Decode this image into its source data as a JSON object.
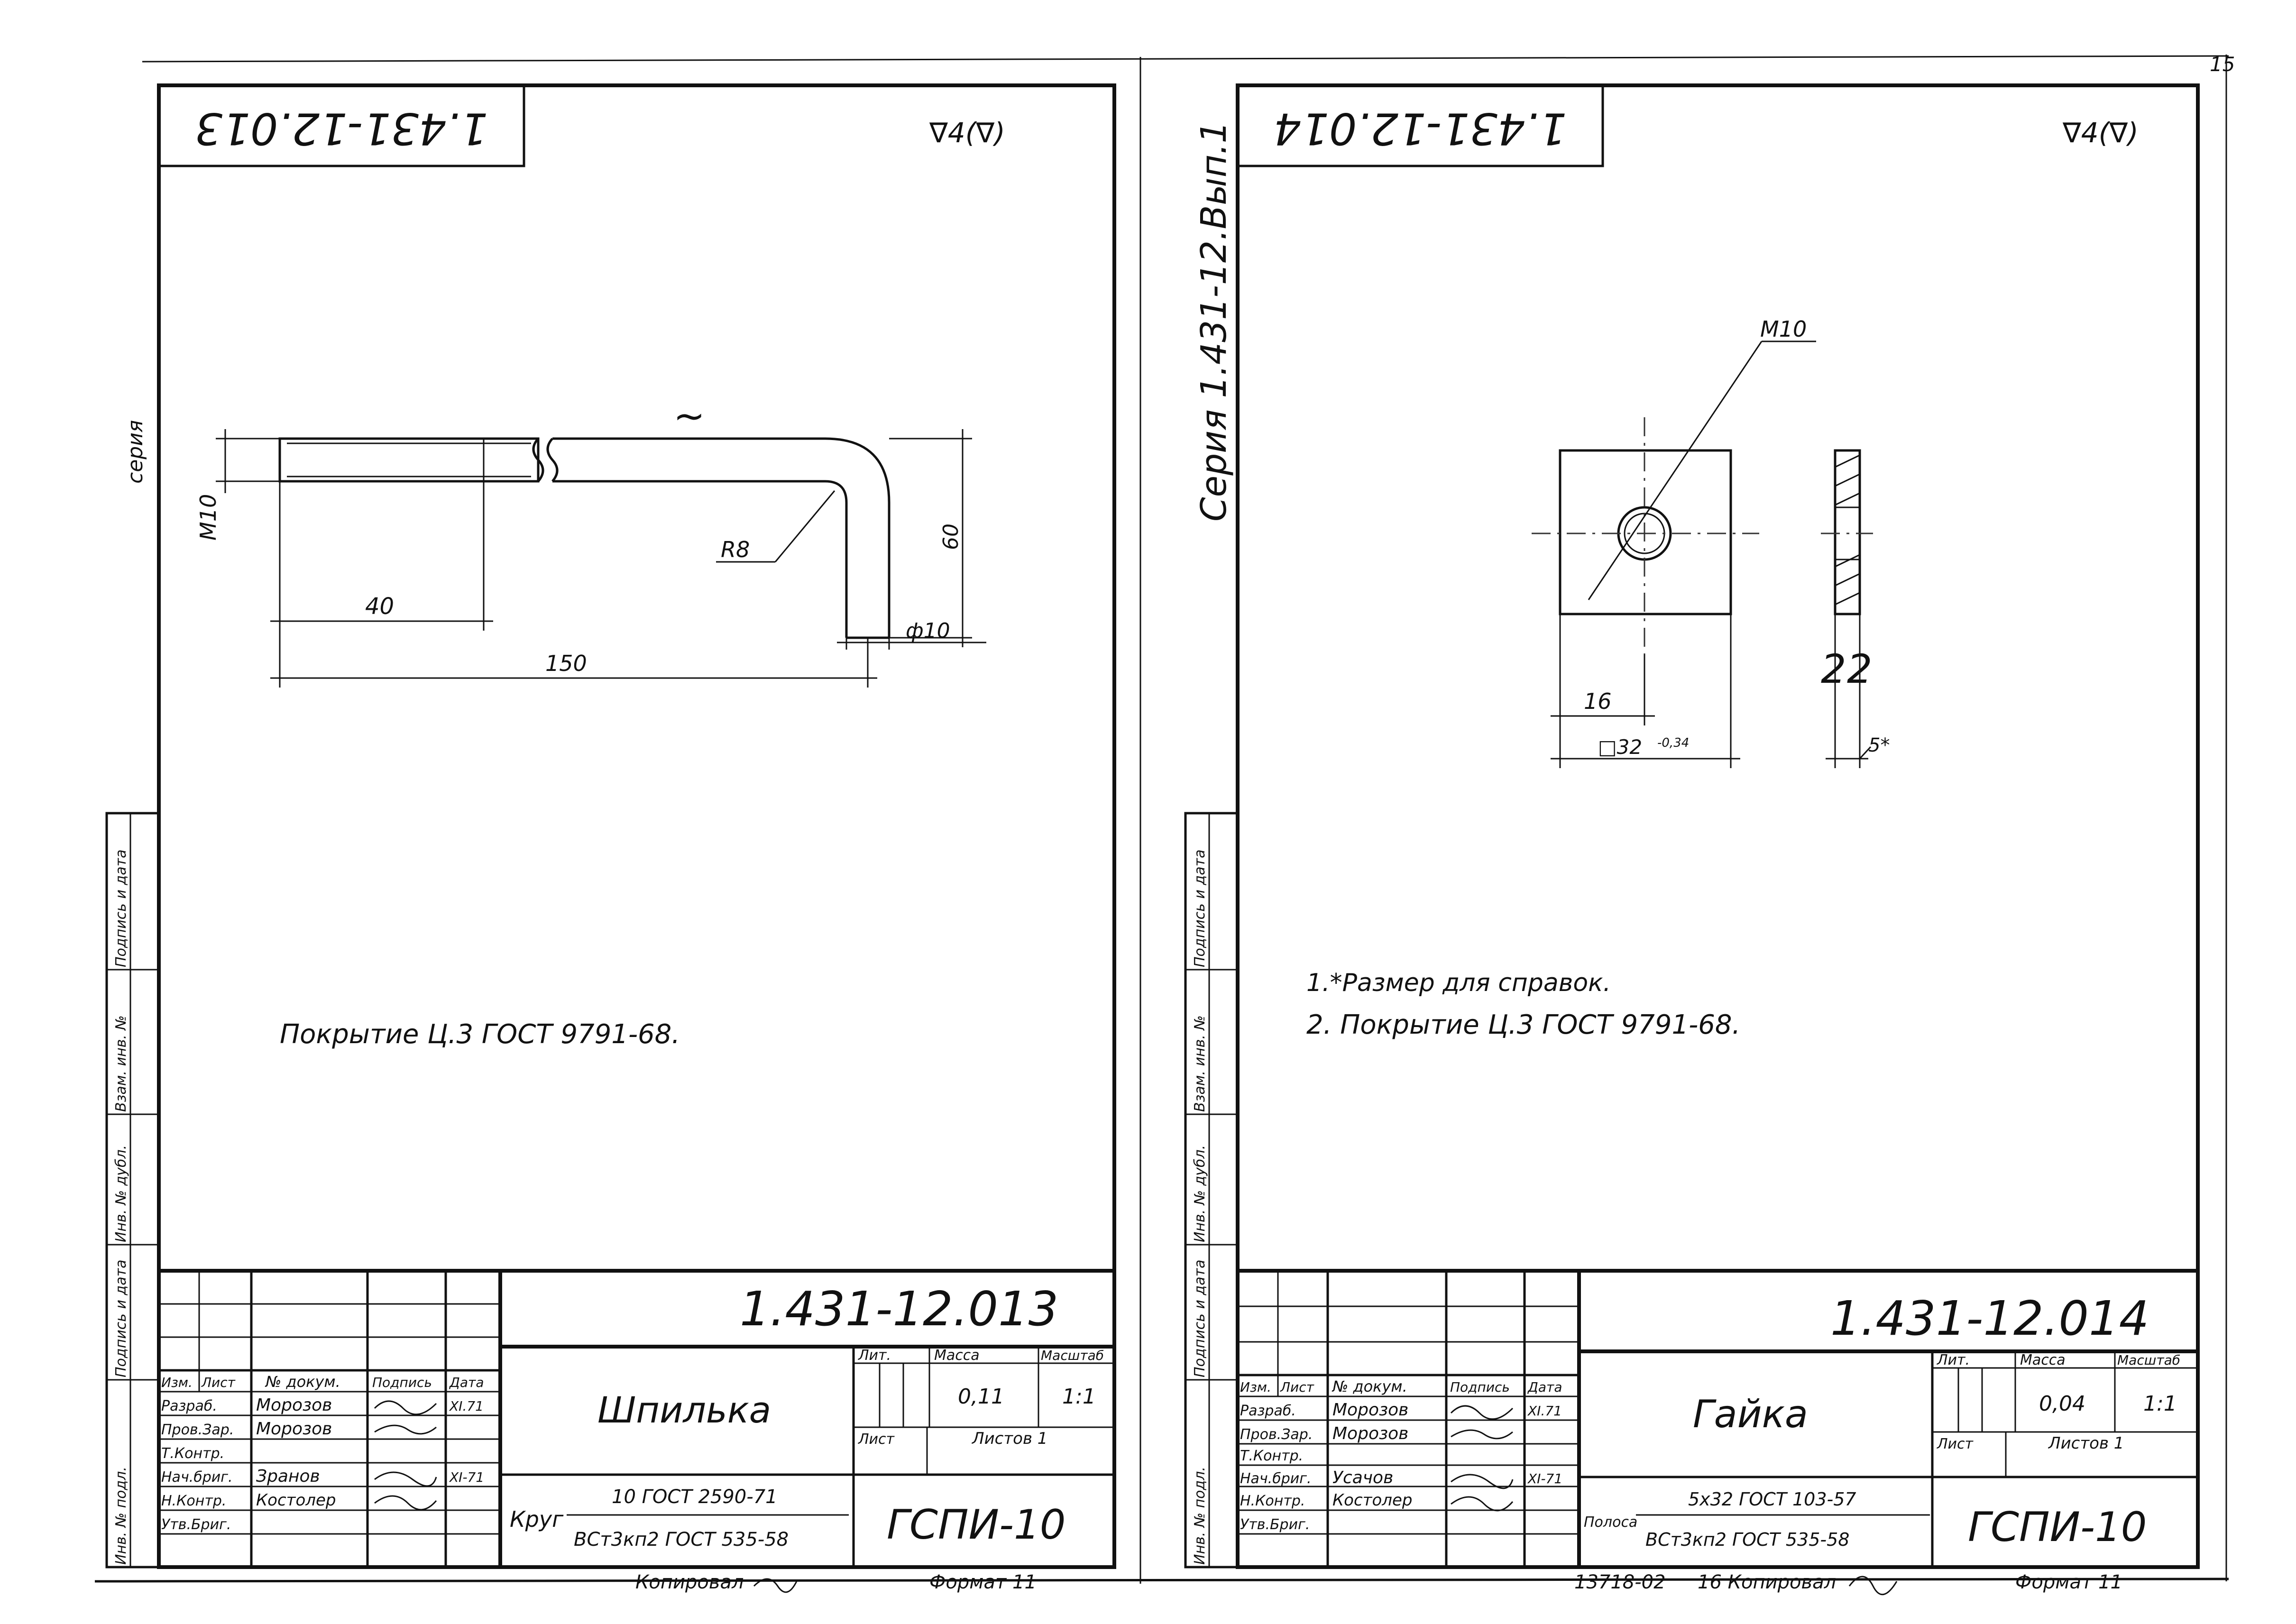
{
  "page_number": "15",
  "series_vertical": "Серия 1.431-12.Вып.1",
  "left_sheet": {
    "code_rotated": "1.431-12.013",
    "roughness": "∇4(∇)",
    "dims": {
      "thread": "M10",
      "thread_len": "40",
      "total_len": "150",
      "radius": "R8",
      "height": "60",
      "diameter": "ф10",
      "bend_mark": "~"
    },
    "note": "Покрытие Ц.3 ГОСТ 9791-68.",
    "title_code": "1.431-12.013",
    "part_name": "Шпилька",
    "mass": "0,11",
    "scale": "1:1",
    "sheet_label": "Лист",
    "sheets_label": "Листов 1",
    "lit_label": "Лит.",
    "mass_label": "Масса",
    "scale_label": "Масштаб",
    "material_prefix": "Круг",
    "material_top": "10 ГОСТ 2590-71",
    "material_bottom": "ВСт3кп2 ГОСТ 535-58",
    "org": "ГСПИ-10",
    "copied": "Копировал",
    "format": "Формат 11",
    "header_row": [
      "Изм.",
      "Лист",
      "№ докум.",
      "Подпись",
      "Дата"
    ],
    "rows": [
      [
        "Разраб.",
        "Морозов",
        "",
        "XI.71"
      ],
      [
        "Пров.Зар.",
        "Морозов",
        "",
        ""
      ],
      [
        "Т.Контр.",
        "",
        "",
        ""
      ],
      [
        "Нач.бриг.",
        "Зранов",
        "",
        "XI-71"
      ],
      [
        "Н.Контр.",
        "Костолер",
        "",
        ""
      ],
      [
        "Утв.Бриг.",
        "",
        "",
        ""
      ]
    ]
  },
  "right_sheet": {
    "code_rotated": "1.431-12.014",
    "roughness": "∇4(∇)",
    "dims": {
      "thread": "M10",
      "offset": "16",
      "width": "□32",
      "tolerance": "-0,34",
      "thickness": "5*",
      "section_label": "2"
    },
    "notes": [
      "1.*Размер для справок.",
      "2. Покрытие Ц.3 ГОСТ 9791-68."
    ],
    "title_code": "1.431-12.014",
    "part_name": "Гайка",
    "mass": "0,04",
    "scale": "1:1",
    "sheet_label": "Лист",
    "sheets_label": "Листов 1",
    "lit_label": "Лит.",
    "mass_label": "Масса",
    "scale_label": "Масштаб",
    "material_prefix": "Полоса",
    "material_top": "5х32 ГОСТ 103-57",
    "material_bottom": "ВСт3кп2 ГОСТ 535-58",
    "org": "ГСПИ-10",
    "order_no": "13718-02",
    "copied": "16 Копировал",
    "format": "Формат 11",
    "header_row": [
      "Изм.",
      "Лист",
      "№ докум.",
      "Подпись",
      "Дата"
    ],
    "rows": [
      [
        "Разраб.",
        "Морозов",
        "",
        "XI.71"
      ],
      [
        "Пров.Зар.",
        "Морозов",
        "",
        ""
      ],
      [
        "Т.Контр.",
        "",
        "",
        ""
      ],
      [
        "Нач.бриг.",
        "Усачов",
        "",
        "XI-71"
      ],
      [
        "Н.Контр.",
        "Костолер",
        "",
        ""
      ],
      [
        "Утв.Бриг.",
        "",
        "",
        ""
      ]
    ]
  },
  "side_stamp": [
    "Подпись и дата",
    "Взам. инв. №",
    "Инв. № дубл.",
    "Подпись и дата",
    "Инв. № подл."
  ],
  "side_stamp_code": "серия"
}
